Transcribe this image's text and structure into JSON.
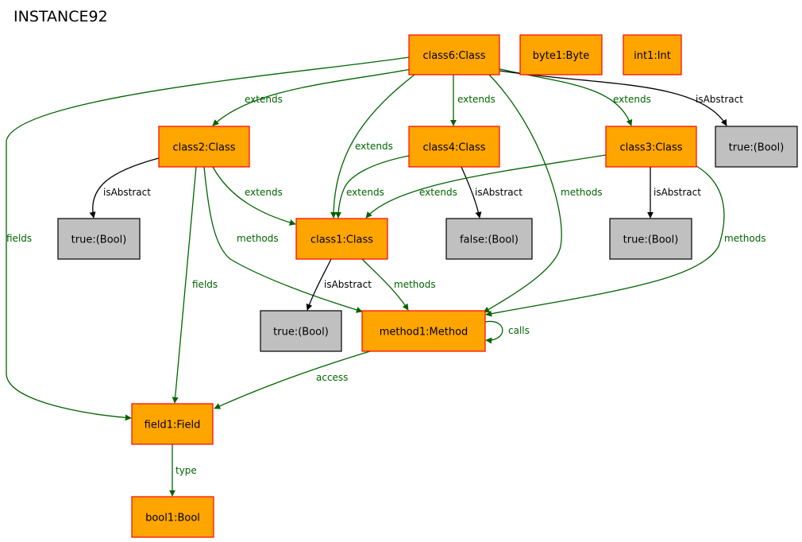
{
  "title": "INSTANCE92",
  "colors": {
    "object_fill": "#FFA500",
    "object_border": "#FF0000",
    "value_fill": "#C0C0C0",
    "value_border": "#000000",
    "relation_edge": "#006400",
    "attribute_edge": "#000000"
  },
  "nodes": [
    {
      "id": "class6",
      "label": "class6:Class",
      "kind": "object"
    },
    {
      "id": "byte1",
      "label": "byte1:Byte",
      "kind": "object"
    },
    {
      "id": "int1",
      "label": "int1:Int",
      "kind": "object"
    },
    {
      "id": "class2",
      "label": "class2:Class",
      "kind": "object"
    },
    {
      "id": "class4",
      "label": "class4:Class",
      "kind": "object"
    },
    {
      "id": "class3",
      "label": "class3:Class",
      "kind": "object"
    },
    {
      "id": "bool_c6",
      "label": "true:(Bool)",
      "kind": "value"
    },
    {
      "id": "bool_c2",
      "label": "true:(Bool)",
      "kind": "value"
    },
    {
      "id": "class1",
      "label": "class1:Class",
      "kind": "object"
    },
    {
      "id": "bool_c4",
      "label": "false:(Bool)",
      "kind": "value"
    },
    {
      "id": "bool_c3",
      "label": "true:(Bool)",
      "kind": "value"
    },
    {
      "id": "bool_c1",
      "label": "true:(Bool)",
      "kind": "value"
    },
    {
      "id": "method1",
      "label": "method1:Method",
      "kind": "object"
    },
    {
      "id": "field1",
      "label": "field1:Field",
      "kind": "object"
    },
    {
      "id": "bool1",
      "label": "bool1:Bool",
      "kind": "object"
    }
  ],
  "edges": [
    {
      "id": "e1",
      "from": "class6",
      "to": "class2",
      "label": "extends",
      "kind": "relation"
    },
    {
      "id": "e2",
      "from": "class6",
      "to": "class1",
      "label": "extends",
      "kind": "relation"
    },
    {
      "id": "e3",
      "from": "class6",
      "to": "class4",
      "label": "extends",
      "kind": "relation"
    },
    {
      "id": "e4",
      "from": "class6",
      "to": "class3",
      "label": "extends",
      "kind": "relation"
    },
    {
      "id": "e5",
      "from": "class6",
      "to": "bool_c6",
      "label": "isAbstract",
      "kind": "attribute"
    },
    {
      "id": "e6",
      "from": "class6",
      "to": "method1",
      "label": "methods",
      "kind": "relation"
    },
    {
      "id": "e7",
      "from": "class6",
      "to": "field1",
      "label": "fields",
      "kind": "relation"
    },
    {
      "id": "e8",
      "from": "class2",
      "to": "bool_c2",
      "label": "isAbstract",
      "kind": "attribute"
    },
    {
      "id": "e9",
      "from": "class2",
      "to": "class1",
      "label": "extends",
      "kind": "relation"
    },
    {
      "id": "e10",
      "from": "class2",
      "to": "method1",
      "label": "methods",
      "kind": "relation"
    },
    {
      "id": "e11",
      "from": "class2",
      "to": "field1",
      "label": "fields",
      "kind": "relation"
    },
    {
      "id": "e12",
      "from": "class4",
      "to": "class1",
      "label": "extends",
      "kind": "relation"
    },
    {
      "id": "e13",
      "from": "class4",
      "to": "bool_c4",
      "label": "isAbstract",
      "kind": "attribute"
    },
    {
      "id": "e14",
      "from": "class3",
      "to": "class1",
      "label": "extends",
      "kind": "relation"
    },
    {
      "id": "e15",
      "from": "class3",
      "to": "bool_c3",
      "label": "isAbstract",
      "kind": "attribute"
    },
    {
      "id": "e16",
      "from": "class3",
      "to": "method1",
      "label": "methods",
      "kind": "relation"
    },
    {
      "id": "e17",
      "from": "class1",
      "to": "bool_c1",
      "label": "isAbstract",
      "kind": "attribute"
    },
    {
      "id": "e18",
      "from": "class1",
      "to": "method1",
      "label": "methods",
      "kind": "relation"
    },
    {
      "id": "e19",
      "from": "method1",
      "to": "method1",
      "label": "calls",
      "kind": "relation"
    },
    {
      "id": "e20",
      "from": "method1",
      "to": "field1",
      "label": "access",
      "kind": "relation"
    },
    {
      "id": "e21",
      "from": "field1",
      "to": "bool1",
      "label": "type",
      "kind": "relation"
    }
  ]
}
